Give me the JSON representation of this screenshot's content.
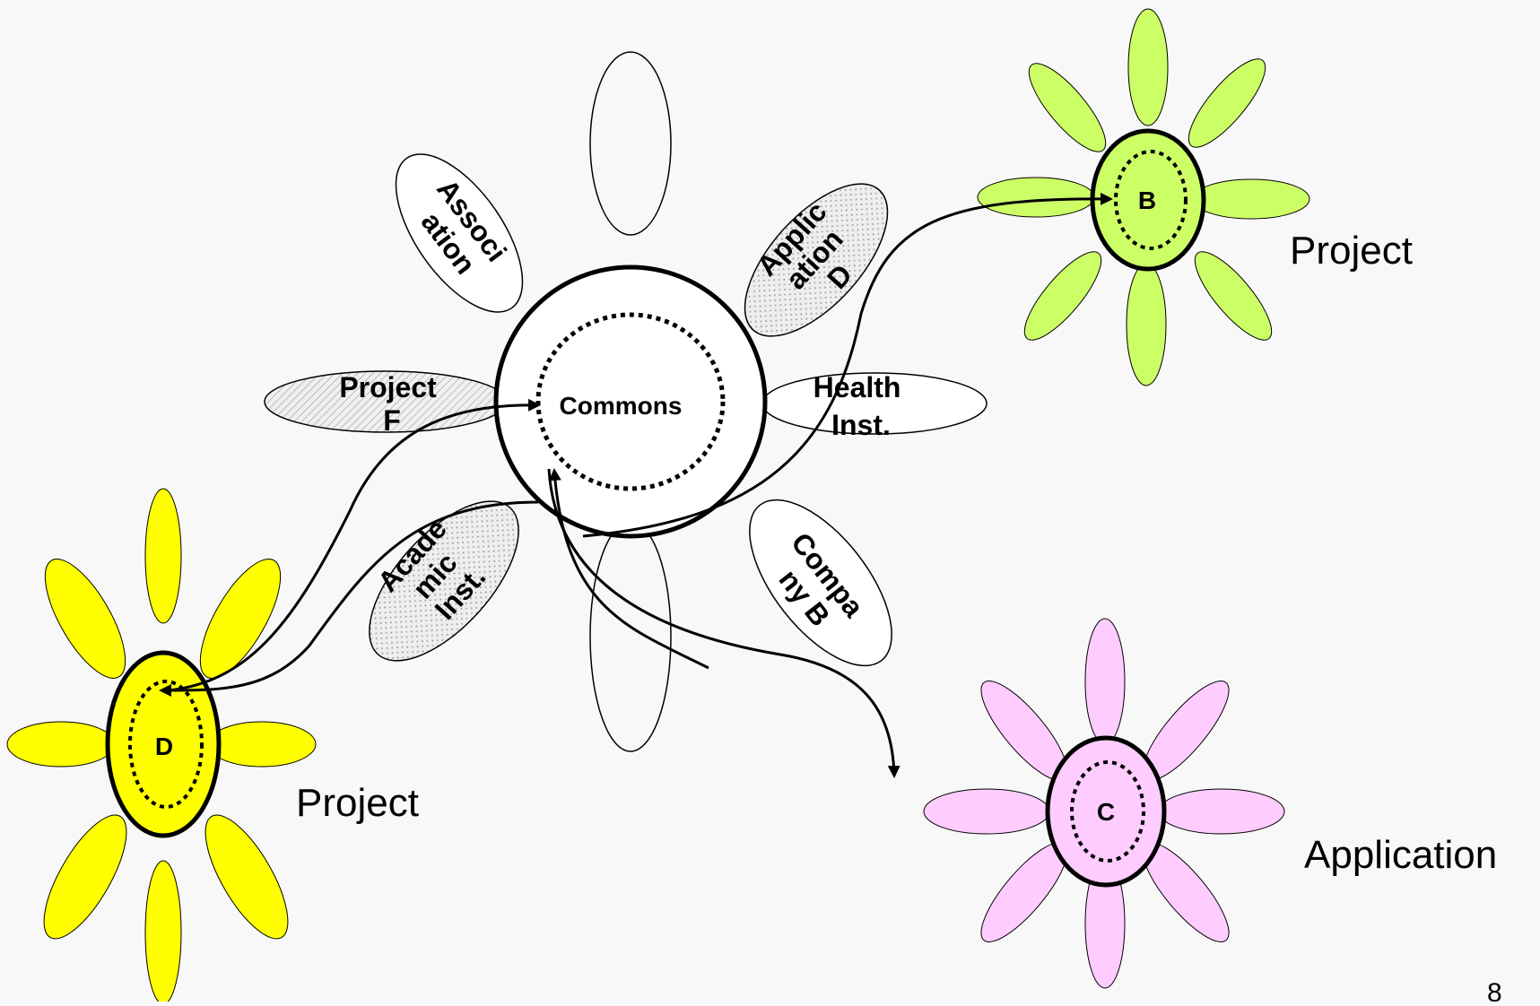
{
  "colors": {
    "background": "#f8f8f8",
    "project_b": "#ccff66",
    "project_d": "#ffff00",
    "application_c": "#ffccff",
    "commons": "#ffffff"
  },
  "commons": {
    "label": "Commons",
    "petals": {
      "association": [
        "Associ",
        "ation"
      ],
      "application_d": [
        "Applic",
        "ation",
        "D"
      ],
      "health": [
        "Health",
        "Inst."
      ],
      "company_b": [
        "Compa",
        "ny B"
      ],
      "academic": [
        "Acade",
        "mic",
        "Inst."
      ],
      "project_f": [
        "Project",
        "F"
      ]
    }
  },
  "flowers": {
    "b": {
      "center": "B",
      "caption": "Project"
    },
    "d": {
      "center": "D",
      "caption": "Project"
    },
    "c": {
      "center": "C",
      "caption": "Application"
    }
  },
  "page_number": "8"
}
